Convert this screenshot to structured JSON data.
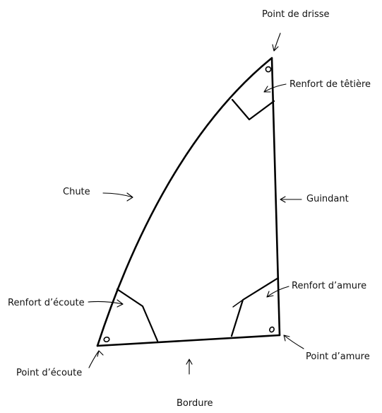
{
  "labels": {
    "head": "Point de drisse",
    "head_patch": "Renfort de têtière",
    "leech": "Chute",
    "luff": "Guindant",
    "tack_patch": "Renfort d’amure",
    "clew_patch": "Renfort d’écoute",
    "tack": "Point d’amure",
    "clew": "Point d’écoute",
    "foot": "Bordure"
  }
}
